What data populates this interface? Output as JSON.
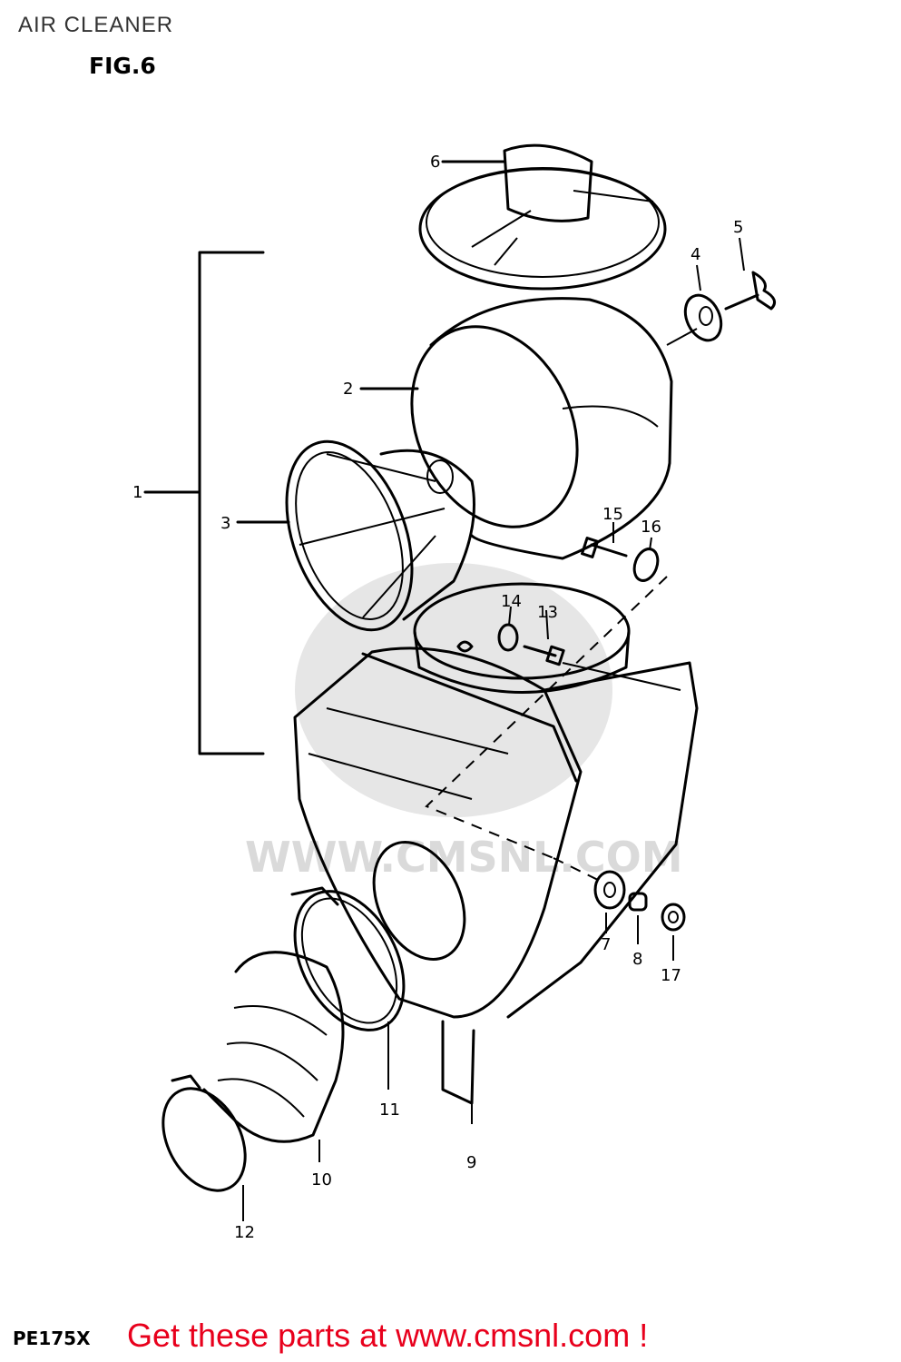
{
  "header": {
    "title": "AIR CLEANER",
    "figure": "FIG.6"
  },
  "watermark": {
    "text": "WWW.CMSNL.COM"
  },
  "callouts": [
    "1",
    "2",
    "3",
    "4",
    "5",
    "6",
    "7",
    "8",
    "9",
    "10",
    "11",
    "12",
    "13",
    "14",
    "15",
    "16",
    "17"
  ],
  "footer": {
    "model": "PE175X",
    "cta": "Get these parts at www.cmsnl.com !",
    "cta_color": "#e8001c"
  }
}
